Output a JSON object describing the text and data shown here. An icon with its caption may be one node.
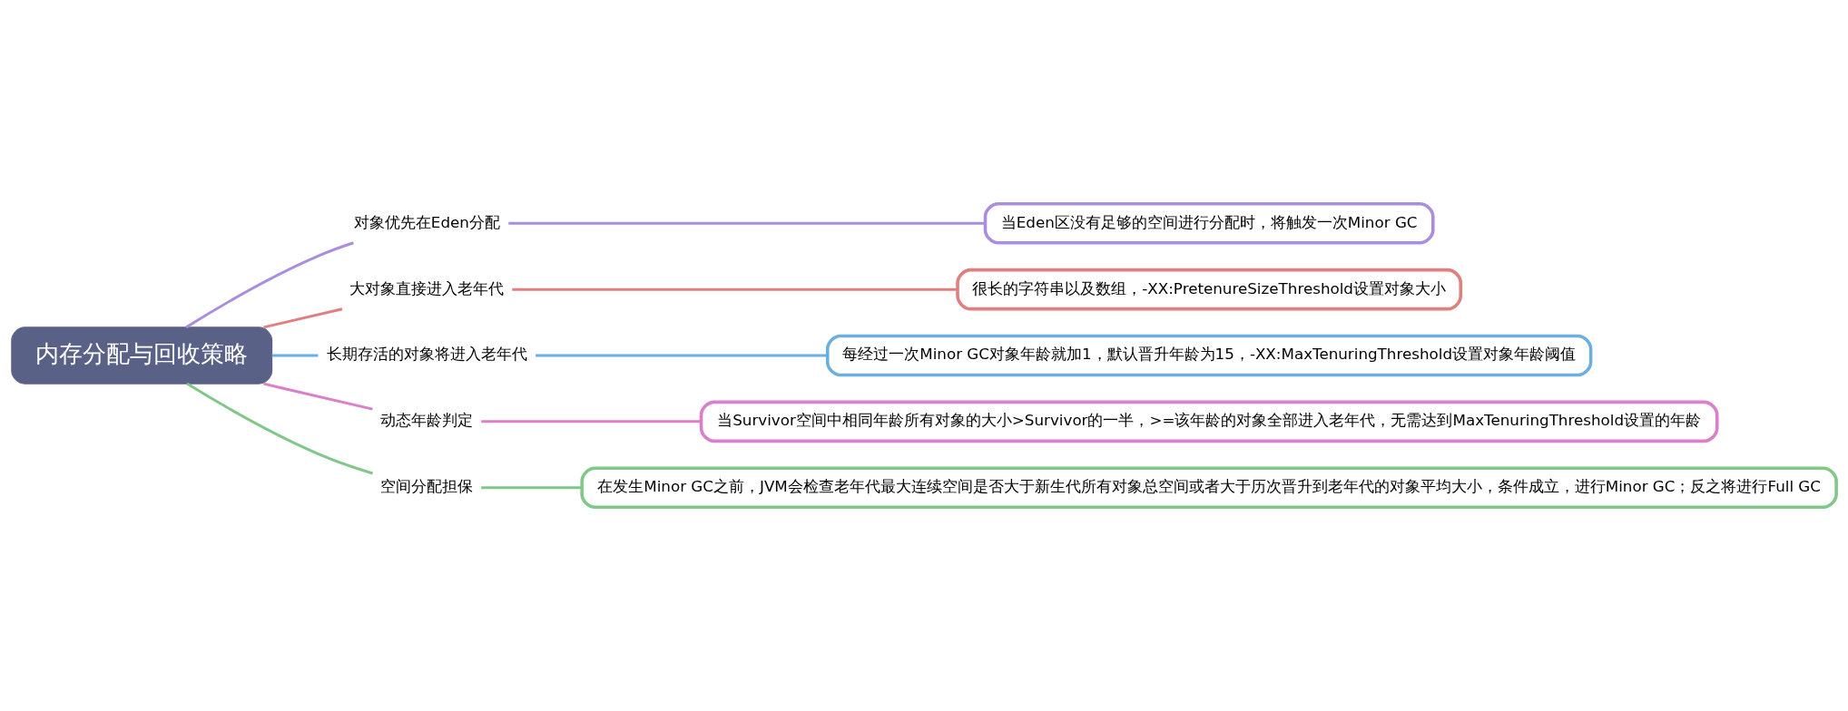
{
  "diagram": {
    "nodes": [
      {
        "text": [
          "内存分配与回收策略"
        ]
      },
      {
        "text": [
          "对象优先在Eden分配"
        ]
      },
      {
        "text": [
          "当Eden区没有足够的空间进行分配时，将触发一次Minor GC"
        ]
      },
      {
        "text": [
          "大对象直接进入老年代"
        ]
      },
      {
        "text": [
          "很长的字符串以及数组，-XX:PretenureSizeThreshold设置对象大小"
        ]
      },
      {
        "text": [
          "长期存活的对象将进入老年代"
        ]
      },
      {
        "text": [
          "每经过一次Minor GC对象年龄就加1，默认晋升年龄为15，-XX:MaxTenuringThreshold设置对象年龄阈值"
        ]
      },
      {
        "text": [
          "动态年龄判定"
        ]
      },
      {
        "text": [
          "当Survivor空间中相同年龄所有对象的大小>Survivor的一半，>=该年龄的对象全部进入老年代，无需达到MaxTenuringThreshold设置的年龄"
        ]
      },
      {
        "text": [
          "空间分配担保"
        ]
      },
      {
        "text": [
          "在发生Minor GC之前，JVM会检查老年代最大连续空间是否大于新生代所有对象总空间或者大于历次晋升到老年代的对象平均大小，条件成立，进行Minor GC；反之将进行Full GC"
        ]
      }
    ],
    "edges": [
      {
        "from": 0,
        "to": 1,
        "arrow": "none",
        "color": "#a98ee0"
      },
      {
        "from": 1,
        "to": 2,
        "arrow": "none",
        "color": "#a98ee0"
      },
      {
        "from": 0,
        "to": 3,
        "arrow": "none",
        "color": "#e07f7f"
      },
      {
        "from": 3,
        "to": 4,
        "arrow": "none",
        "color": "#e07f7f"
      },
      {
        "from": 0,
        "to": 5,
        "arrow": "none",
        "color": "#6aafe2"
      },
      {
        "from": 5,
        "to": 6,
        "arrow": "none",
        "color": "#6aafe2"
      },
      {
        "from": 0,
        "to": 7,
        "arrow": "none",
        "color": "#dc7fcb"
      },
      {
        "from": 7,
        "to": 8,
        "arrow": "none",
        "color": "#dc7fcb"
      },
      {
        "from": 0,
        "to": 9,
        "arrow": "none",
        "color": "#7fc888"
      },
      {
        "from": 9,
        "to": 10,
        "arrow": "none",
        "color": "#7fc888"
      }
    ]
  }
}
